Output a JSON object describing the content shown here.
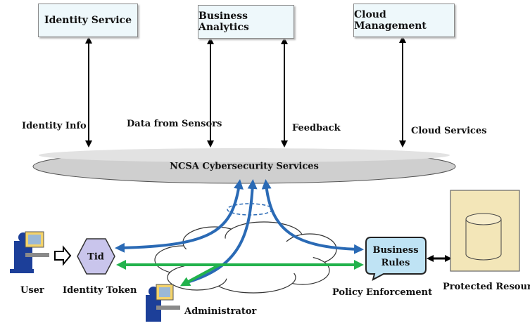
{
  "top_services": {
    "identity": "Identity Service",
    "analytics": "Business Analytics",
    "cloud": "Cloud Management"
  },
  "flow_labels": {
    "identity_info": "Identity Info",
    "data_from_sensors": "Data from Sensors",
    "feedback": "Feedback",
    "cloud_services": "Cloud Services"
  },
  "platform": {
    "label": "NCSA Cybersecurity Services"
  },
  "actors": {
    "user": "User",
    "identity_token": "Identity Token",
    "token_text": "Tid",
    "administrator": "Administrator",
    "policy_enforcement": "Policy Enforcement",
    "business_rules": [
      "Business",
      "Rules"
    ],
    "protected_resources": "Protected Resources"
  },
  "colors": {
    "blue_flow": "#2a6ab5",
    "green_flow": "#22b24c",
    "ellipse_fill": "#cfcfcf",
    "token_fill": "#c9c5ec",
    "rules_fill": "#bfe3f4",
    "resource_fill": "#f3e6b8"
  }
}
